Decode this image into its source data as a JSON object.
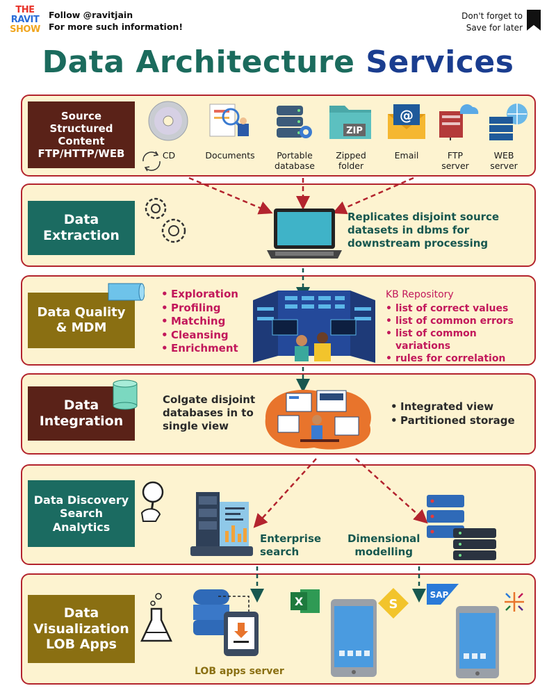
{
  "header": {
    "logo": [
      "THE",
      "RAVIT",
      "SHOW"
    ],
    "follow_line1": "Follow @ravitjain",
    "follow_line2": "For more such information!",
    "save_line1": "Don't forget to",
    "save_line2": "Save for later",
    "bookmark_icon": "bookmark-icon"
  },
  "title": {
    "part1": "Data Architecture",
    "part2": "Services"
  },
  "colors": {
    "title_green": "#1b6b5d",
    "title_blue": "#1a3d8f",
    "border_red": "#b3242e",
    "panel_bg": "#fdf3d0"
  },
  "source": {
    "label": "Source\nStructured\nContent\nFTP/HTTP/WEB",
    "items": [
      {
        "label": "CD",
        "icon": "cd-icon"
      },
      {
        "label": "Documents",
        "icon": "documents-icon"
      },
      {
        "label": "Portable\ndatabase",
        "icon": "database-icon"
      },
      {
        "label": "Zipped\nfolder",
        "icon": "zip-folder-icon"
      },
      {
        "label": "Email",
        "icon": "email-icon"
      },
      {
        "label": "FTP\nserver",
        "icon": "ftp-server-icon"
      },
      {
        "label": "WEB\nserver",
        "icon": "web-server-icon"
      }
    ]
  },
  "extraction": {
    "label": "Data\nExtraction",
    "description": "Replicates disjoint source\ndatasets in dbms for\ndownstream processing"
  },
  "quality": {
    "label": "Data Quality\n& MDM",
    "steps": [
      "Exploration",
      "Profiling",
      "Matching",
      "Cleansing",
      "Enrichment"
    ],
    "kb_title": "KB Repository",
    "kb_items": [
      "list of correct values",
      "list of common errors",
      "list of common\nvariations",
      "rules for correlation"
    ]
  },
  "integration": {
    "label": "Data\nIntegration",
    "description": "Colgate disjoint\ndatabases in to\nsingle view",
    "points": [
      "Integrated view",
      "Partitioned storage"
    ]
  },
  "discovery": {
    "label": "Data Discovery\nSearch\nAnalytics",
    "enterprise": "Enterprise\nsearch",
    "dimensional": "Dimensional\nmodelling"
  },
  "visualization": {
    "label": "Data\nVisualization\nLOB Apps",
    "lob_server": "LOB apps server",
    "logo_excel": "X",
    "logo_sharepoint": "S",
    "logo_sap": "SAP"
  }
}
